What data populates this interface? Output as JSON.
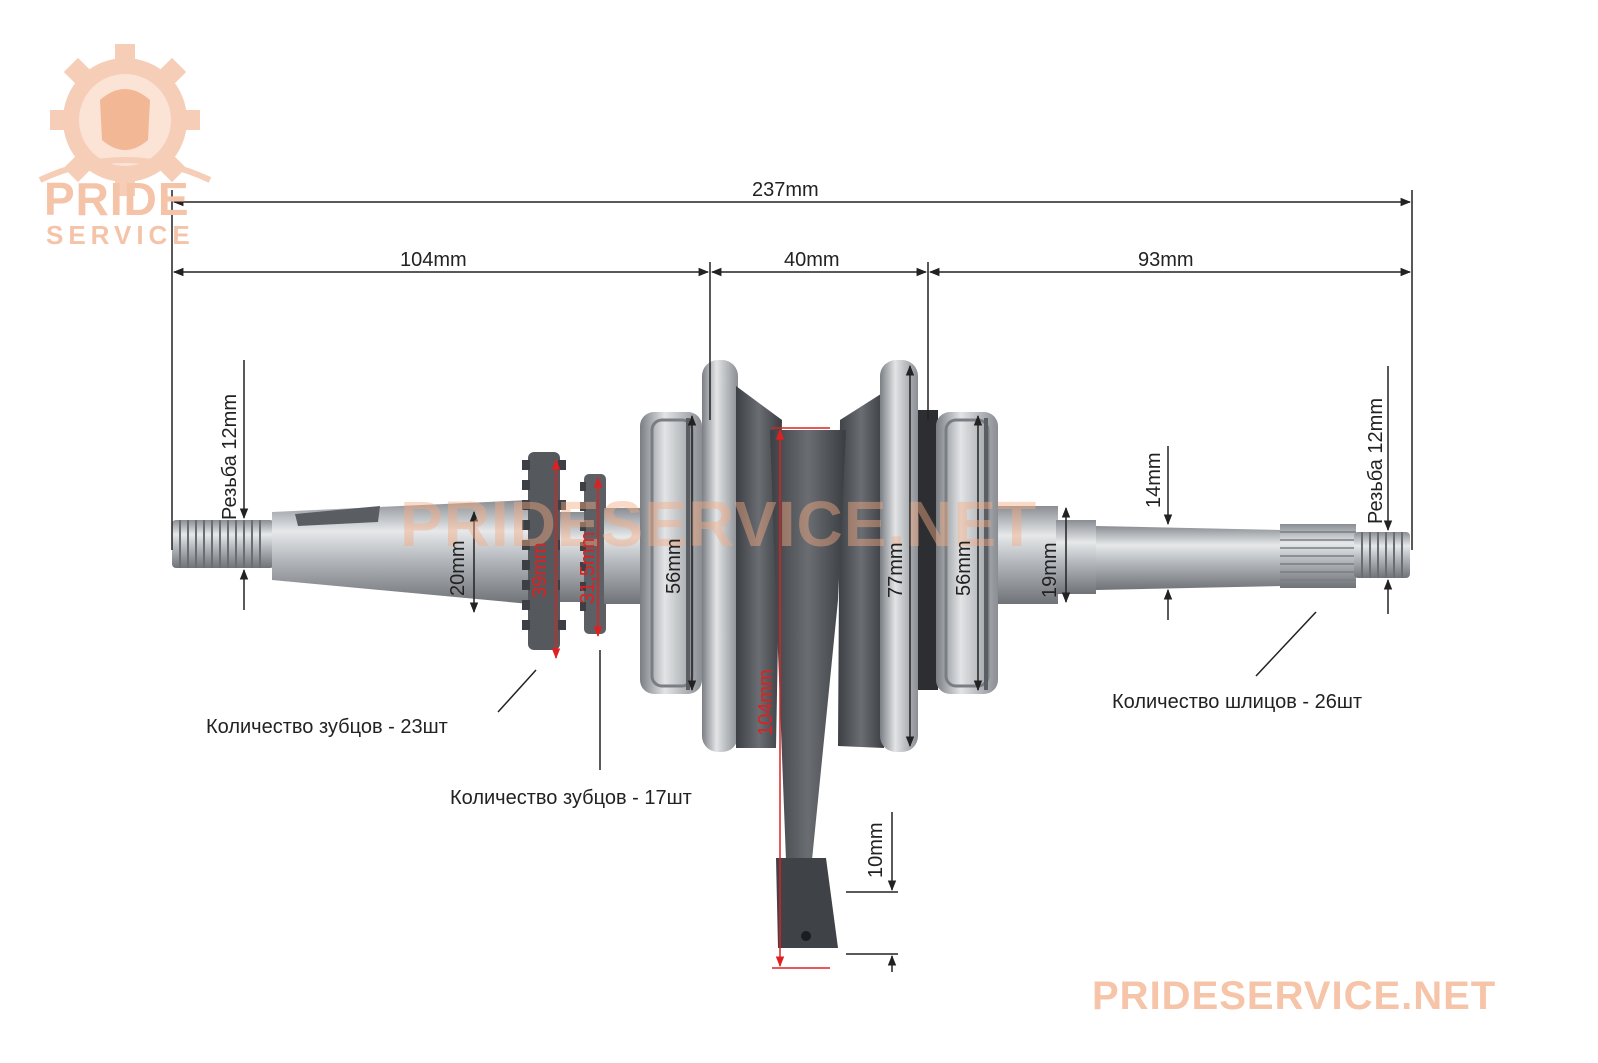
{
  "brand": {
    "logo_line1": "PRIDE",
    "logo_line2": "SERVICE",
    "watermark_center": "PRIDESERVICE.NET",
    "watermark_bottom": "PRIDESERVICE.NET",
    "color": "#f5c3a8"
  },
  "dimensions": {
    "total_length": "237mm",
    "left_section": "104mm",
    "middle_section": "40mm",
    "right_section": "93mm",
    "left_thread": "Резьба 12mm",
    "right_thread": "Резьба 12mm",
    "left_shaft_diameter": "20mm",
    "gear_large_diameter": "39mm",
    "gear_small_diameter": "31,5mm",
    "left_bearing": "56mm",
    "web_diameter": "77mm",
    "right_bearing": "56mm",
    "right_shaft_diameter": "19mm",
    "spline_diameter": "14mm",
    "rod_length": "104mm",
    "pin_diameter": "10mm"
  },
  "notes": {
    "teeth_23": "Количество зубцов - 23шт",
    "teeth_17": "Количество зубцов - 17шт",
    "splines_26": "Количество шлицов - 26шт"
  },
  "colors": {
    "dimension_line": "#222222",
    "highlight": "#e02020",
    "steel": "#bfc3c7",
    "cast_iron": "#4a4d52"
  }
}
